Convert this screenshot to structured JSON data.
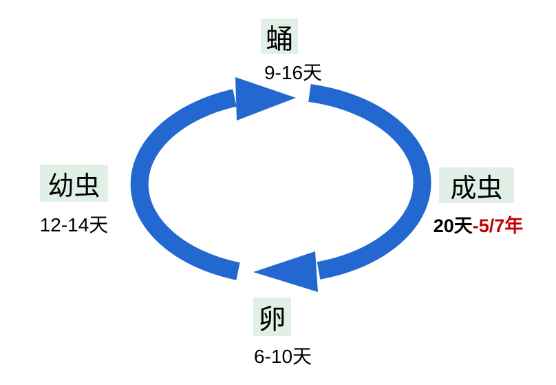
{
  "diagram": {
    "type": "life-cycle",
    "flow": "clockwise",
    "stages": [
      {
        "id": "pupa",
        "position": "top",
        "label": "蛹",
        "duration": "9-16天"
      },
      {
        "id": "adult",
        "position": "right",
        "label": "成虫",
        "duration": "20天-5/7年",
        "duration_parts": {
          "black": "20天",
          "red": "-5/7年"
        }
      },
      {
        "id": "egg",
        "position": "bottom",
        "label": "卵",
        "duration": "6-10天"
      },
      {
        "id": "larva",
        "position": "left",
        "label": "幼虫",
        "duration": "12-14天"
      }
    ],
    "colors": {
      "arrow": "#2368D0",
      "stage_bg": "#E0F0E7",
      "text": "#000000",
      "highlight_red": "#C00000",
      "background": "#FFFFFF"
    }
  }
}
